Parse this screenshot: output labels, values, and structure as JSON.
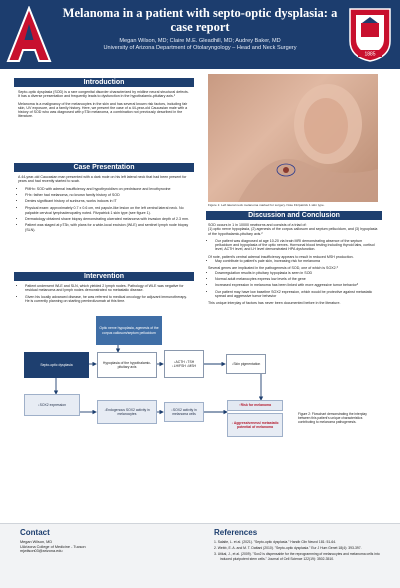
{
  "header": {
    "title": "Melanoma in a patient with septo-optic dysplasia: a case report",
    "authors": "Megan Wilson, MD; Claire M.E. Gleadhill, MD; Audrey Baker, MD",
    "affiliation": "University of Arizona Department of Otolaryngology – Head and Neck Surgery",
    "logo_letter": "A",
    "seal_year": "1885"
  },
  "intro": {
    "heading": "Introduction",
    "p1": "Septo-optic dysplasia (SOD) is a rare congenital disorder characterized by midline neural structural defects. It has a diverse presentation and frequently leads to dysfunction in the hypothalamic-pituitary axis.¹",
    "p2": "Melanoma is a malignancy of the melanocytes in the skin and has several known risk factors, including fair skin, UV exposure, and a family history. Here, we present the case of a 44-year-old Caucasian male with a history of SOD who was diagnosed with pT3b melanoma, a combination not previously described in the literature."
  },
  "case": {
    "heading": "Case Presentation",
    "p1": "A 44-year-old Caucasian man presented with a dark mole on his left lateral neck that had been present for years and had recently started to scab.",
    "bullets1": [
      "PMHx: SOD with adrenal insufficiency and hypothyroidism on prednisone and levothyroxine",
      "FHx: father had melanoma, no known family history of SOD",
      "Denies significant history of sunburns, works indoors in IT"
    ],
    "bullets2": [
      "Physical exam: approximately 0.7 x 0.6 cm, red papule-like lesion on the left central lateral neck. No palpable cervical lymphadenopathy noted. Fitzpatrick 1 skin type (see figure 1).",
      "Dermatology obtained shave biopsy demonstrating ulcerated melanoma with invasion depth of 2.3 mm.",
      "Patient was staged at pT3b, with plans for a wide-local excision (WLE) and sentinel lymph node biopsy (SLN)."
    ]
  },
  "intervention": {
    "heading": "Intervention",
    "bullets": [
      "Patient underwent WLE and SLN, which yielded 2 lymph nodes. Pathology of WLE was negative for residual melanoma and lymph nodes demonstrated no metastatic disease.",
      "Given his locally advanced disease, he was referred to medical oncology for adjuvant immunotherapy. He is currently planning on starting pembrolizumab at this time."
    ]
  },
  "figure1": {
    "caption": "Figure 1: Left lateral neck melanoma marked for surgery. Note Fitzpatrick 1 skin type."
  },
  "discussion": {
    "heading": "Discussion and Conclusion",
    "p1": "SOD occurs in 1 in 10000 newborns and consists of a triad of:",
    "triad": "(1) optic nerve hypoplasia, (2) agenesis of the corpus callosum and septum pellucidum, and (3) hypoplasia of the hypothalamic-pituitary axis.²",
    "bullets1": [
      "Our patient was diagnosed at age 10-20 via brain MRI demonstrating absence of the septum pellucidum and hypoplasia of the optic nerves. Hormonal blood testing including thyroid labs, cortisol level, ACTH level, and LH level demonstrated HPA dysfunction."
    ],
    "p2": "Of note, patient's central adrenal insufficiency appears to result in reduced MSH production.",
    "bullets2": [
      "May contribute to patient's pale skin, increasing risk for melanoma"
    ],
    "p3": "Several genes are implicated in the pathogenesis of SOD, one of which is SOX2.³",
    "bullets3": [
      "Downregulation results in pituitary hypoplasia is seen in SOD",
      "Normal adult melanocytes express low levels of the gene",
      "Increased expression in melanoma has been linked with more aggressive tumor behavior³",
      "Our patient may have low baseline SOX2 expression, which would be protective against metastatic spread and aggressive tumor behavior"
    ],
    "p4": "This unique interplay of factors has never been documented before in the literature."
  },
  "diagram": {
    "sod": "Septo-optic dysplasia",
    "optic": "Optic nerve hypoplasia, agenesis of the corpus callosum/septum pellucidum",
    "hpa": "Hypoplasia of the hypothalamic-pituitary axis",
    "hormones": "↓ACTH ↓TSH ↓LH/FSH ↓MSH",
    "skin": "↓Skin pigmentation",
    "risk": "↑Risk for melanoma",
    "sox2_expr": "↓SOX2 expression",
    "endo_sox2": "↓Endogenous SOX2 activity in melanocytes",
    "sox2_cells": "↓SOX2 activity in melanoma cells",
    "aggr": "↓ Aggressiveness/ metastatic potential of melanoma",
    "fig2": "Figure 2: Flowchart demonstrating the interplay between this patient's unique characteristics contributing to melanoma pathogenesis."
  },
  "contact": {
    "heading": "Contact",
    "name": "Megan Wilson, MD",
    "org": "UArizona College of Medicine - Tucson",
    "email": "mjwilson03@arizona.edu"
  },
  "references": {
    "heading": "References",
    "items": [
      "1. Salaite, L. et al. (2021). \"Septo-optic dysplasia.\" Handb Clin Neurol 181: 51-64.",
      "2. Webb, E. A. and M. T. Dattani (2010). \"Septo-optic dysplasia.\" Eur J Hum Genet 18(4): 393-397.",
      "3. Utikal, J., et al. (2009). \"Sox2 is dispensable for the reprogramming of melanocytes and melanoma cells into induced pluripotent stem cells.\" Journal of Cell Science 122(19): 3502-3510."
    ]
  }
}
